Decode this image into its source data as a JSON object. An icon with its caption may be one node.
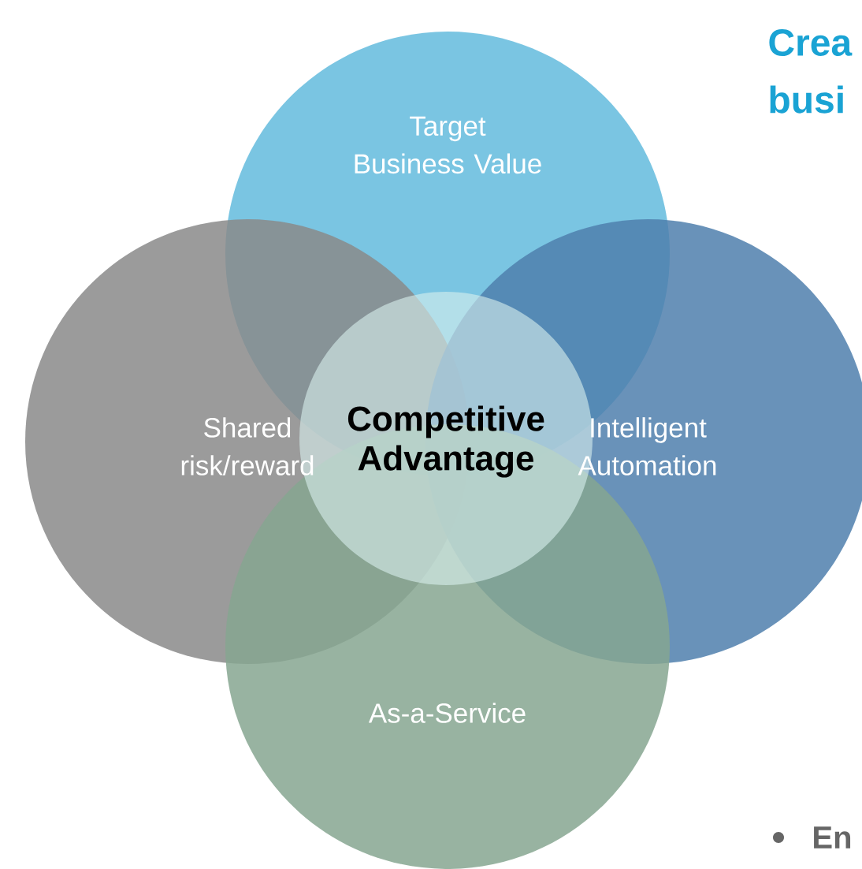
{
  "diagram": {
    "nodes": [
      {
        "text": [
          "Target Business Value"
        ]
      },
      {
        "text": [
          "Shared risk/reward"
        ]
      },
      {
        "text": [
          "Intelligent Automation"
        ]
      },
      {
        "text": [
          "As-a-Service"
        ]
      },
      {
        "text": [
          "Competitive Advantage"
        ]
      }
    ],
    "labels": [
      "Crea",
      "busi",
      "En"
    ]
  }
}
